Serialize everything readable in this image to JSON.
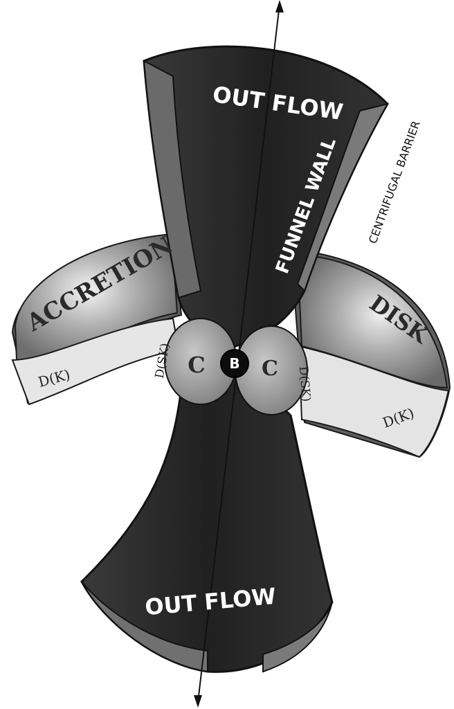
{
  "labels": {
    "out_flow_top": "OUT FLOW",
    "out_flow_bottom": "OUT FLOW",
    "funnel_wall": "FUNNEL WALL",
    "centrifugal_barrier": "CENTRIFUGAL BARRIER",
    "accretion": "ACCRETION",
    "disk": "DISK",
    "dk_left": "D(K)",
    "dk_right": "D(K)",
    "dsk_left": "D(SK)",
    "dsk_right": "D(SK)",
    "c_left": "C",
    "c_right": "C",
    "b": "B"
  },
  "colors": {
    "funnel_dark": "#2b2b2b",
    "funnel_edge": "#1a1a1a",
    "disk_gray": "#8f8f8f",
    "disk_light": "#e8e8e8",
    "lobe_gray": "#9c9c9c",
    "core_black": "#0d0d0d"
  }
}
